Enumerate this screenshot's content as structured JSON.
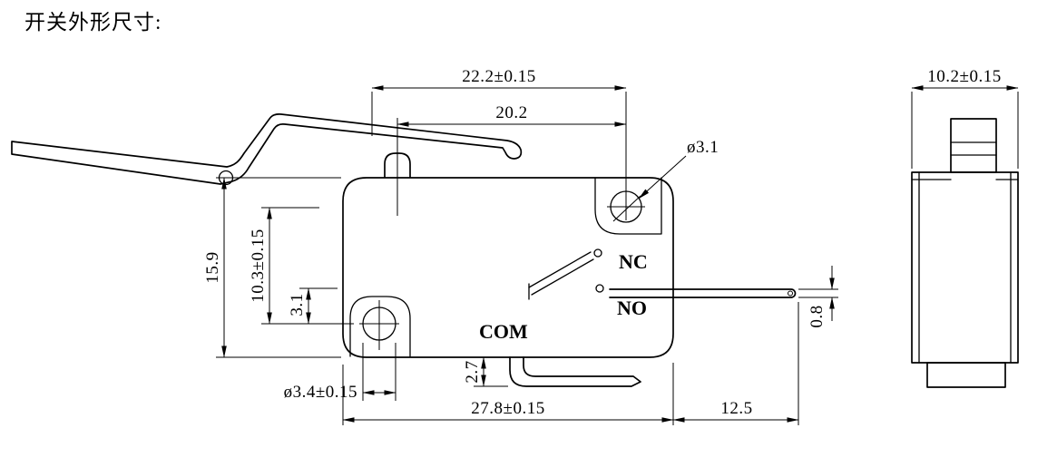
{
  "title": "开关外形尺寸:",
  "colors": {
    "line": "#000000",
    "background": "#ffffff"
  },
  "front_view": {
    "dim_top_width": "22.2±0.15",
    "dim_inner_width": "20.2",
    "dim_hole_top_dia": "ø3.1",
    "dim_body_height": "15.9",
    "dim_hole_vspacing": "10.3±0.15",
    "dim_pin_offset": "3.1",
    "dim_hole_bottom_dia": "ø3.4±0.15",
    "dim_com_drop": "2.7",
    "dim_body_width": "27.8±0.15",
    "dim_pin_length": "12.5",
    "dim_pin_thickness": "0.8",
    "label_nc": "NC",
    "label_no": "NO",
    "label_com": "COM"
  },
  "side_view": {
    "dim_width": "10.2±0.15"
  }
}
